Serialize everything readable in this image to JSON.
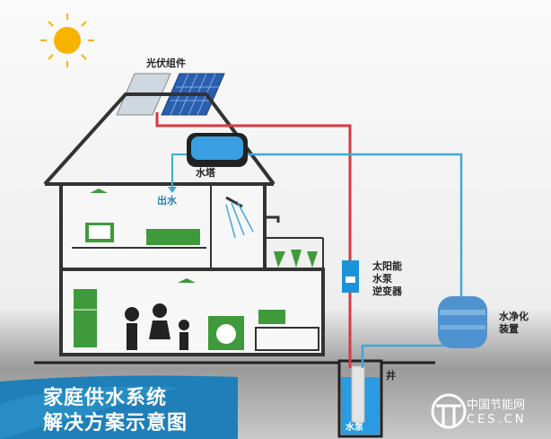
{
  "labels": {
    "pv_panels": "光伏组件",
    "water_tower": "水塔",
    "water_out": "出水",
    "inverter": [
      "太阳能",
      "水泵",
      "逆变器"
    ],
    "purifier": [
      "水净化",
      "装置"
    ],
    "well": "井",
    "pump": "水泵"
  },
  "title": [
    "家庭供水系统",
    "解决方案示意图"
  ],
  "watermark": {
    "name": "中国节能网",
    "domain": "CES.CN"
  },
  "colors": {
    "power_line": "#d8393f",
    "water_line": "#3fa9d6",
    "house_green": "#3e9a3a",
    "banner": "#1f7fb8"
  }
}
